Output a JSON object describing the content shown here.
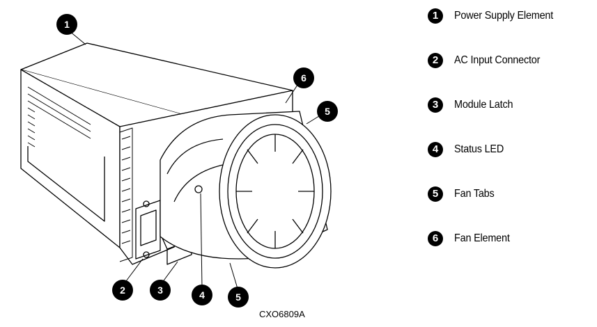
{
  "callouts": [
    "1",
    "2",
    "3",
    "4",
    "5",
    "6"
  ],
  "legend": [
    {
      "number": "1",
      "label": "Power Supply Element"
    },
    {
      "number": "2",
      "label": "AC Input Connector"
    },
    {
      "number": "3",
      "label": "Module Latch"
    },
    {
      "number": "4",
      "label": "Status LED"
    },
    {
      "number": "5",
      "label": "Fan Tabs"
    },
    {
      "number": "6",
      "label": "Fan Element"
    }
  ],
  "figure_id": "CXO6809A"
}
